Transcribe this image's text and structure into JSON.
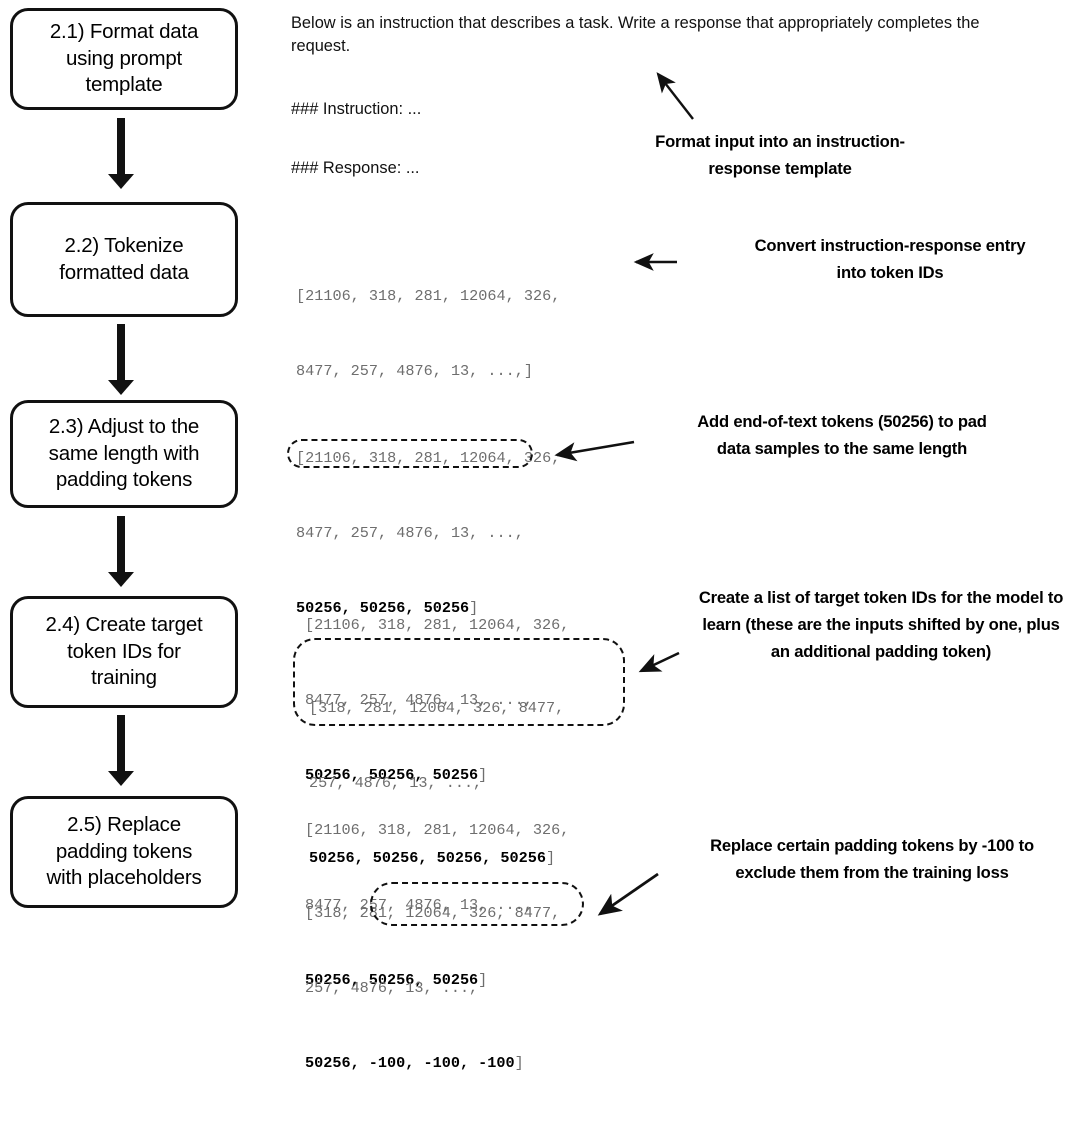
{
  "flow": {
    "steps": [
      {
        "id": "step-2-1",
        "lines": [
          "2.1) Format data",
          "using prompt",
          "template"
        ]
      },
      {
        "id": "step-2-2",
        "lines": [
          "2.2) Tokenize",
          "formatted data"
        ]
      },
      {
        "id": "step-2-3",
        "lines": [
          "2.3) Adjust to the",
          "same length with",
          "padding tokens"
        ]
      },
      {
        "id": "step-2-4",
        "lines": [
          "2.4) Create target",
          "token IDs for",
          "training"
        ]
      },
      {
        "id": "step-2-5",
        "lines": [
          "2.5) Replace",
          "padding tokens",
          "with placeholders"
        ]
      }
    ]
  },
  "sections": {
    "s1": {
      "prompt_paragraph": "Below is an instruction that describes a task. Write a response that appropriately completes the request.",
      "instruction_line": "### Instruction: ...",
      "response_line": "### Response: ...",
      "annotation": [
        "Format input into an instruction-",
        "response template"
      ]
    },
    "s2": {
      "code_line_1": "[21106, 318, 281, 12064, 326,",
      "code_line_2": "8477, 257, 4876, 13, ...,]",
      "annotation": [
        "Convert instruction-response entry",
        "into token IDs"
      ]
    },
    "s3": {
      "code_line_1": "[21106, 318, 281, 12064, 326,",
      "code_line_2": "8477, 257, 4876, 13, ...,",
      "code_line_3_bold": "50256, 50256, 50256",
      "code_line_3_tail": "]",
      "annotation": [
        "Add end-of-text tokens (50256) to pad",
        "data samples to the same length"
      ]
    },
    "s4": {
      "input_line_1": "[21106, 318, 281, 12064, 326,",
      "input_line_2": "8477, 257, 4876, 13, ...,",
      "input_line_3_bold": "50256, 50256, 50256",
      "input_line_3_tail": "]",
      "target_line_1": "[318, 281, 12064, 326, 8477,",
      "target_line_2": "257, 4876, 13, ...,",
      "target_line_3_bold": "50256, 50256, 50256, 50256",
      "target_line_3_tail": "]",
      "annotation": [
        "Create a list of target token IDs for the model to",
        "learn (these are the inputs shifted by one, plus",
        "an additional padding token)"
      ]
    },
    "s5": {
      "input_line_1": "[21106, 318, 281, 12064, 326,",
      "input_line_2": "8477, 257, 4876, 13, ...,",
      "input_line_3_bold": "50256, 50256, 50256",
      "input_line_3_tail": "]",
      "target_line_1": "[318, 281, 12064, 326, 8477,",
      "target_line_2": "257, 4876, 13, ...,",
      "target_line_3_bold": "50256,",
      "target_line_3_rest": " -100, -100, -100",
      "target_line_3_tail": "]",
      "annotation": [
        "Replace certain padding tokens by -100 to",
        "exclude them from the training loss"
      ]
    }
  },
  "colors": {
    "stroke": "#111111",
    "code_dim": "#6e6e6e",
    "code_bold": "#000000",
    "background": "#ffffff"
  }
}
